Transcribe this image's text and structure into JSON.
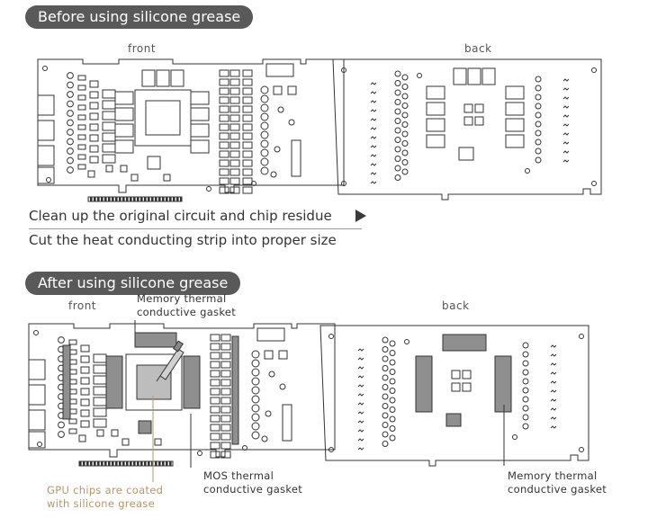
{
  "before": {
    "title": "Before using silicone grease",
    "front_label": "front",
    "back_label": "back",
    "steps": [
      "Clean up the original circuit and chip residue",
      "Cut the heat conducting strip into proper size"
    ]
  },
  "after": {
    "title": "After using silicone grease",
    "front_label": "front",
    "back_label": "back",
    "annotations": {
      "memory_front": [
        "Memory thermal",
        "conductive gasket"
      ],
      "gpu": [
        "GPU chips are coated",
        "with silicone grease"
      ],
      "mos": [
        "MOS thermal",
        "conductive gasket"
      ],
      "memory_back": [
        "Memory thermal",
        "conductive gasket"
      ]
    }
  },
  "colors": {
    "pill": "#595959",
    "pad": "#8f8f8f",
    "grease": "#b8956a"
  }
}
